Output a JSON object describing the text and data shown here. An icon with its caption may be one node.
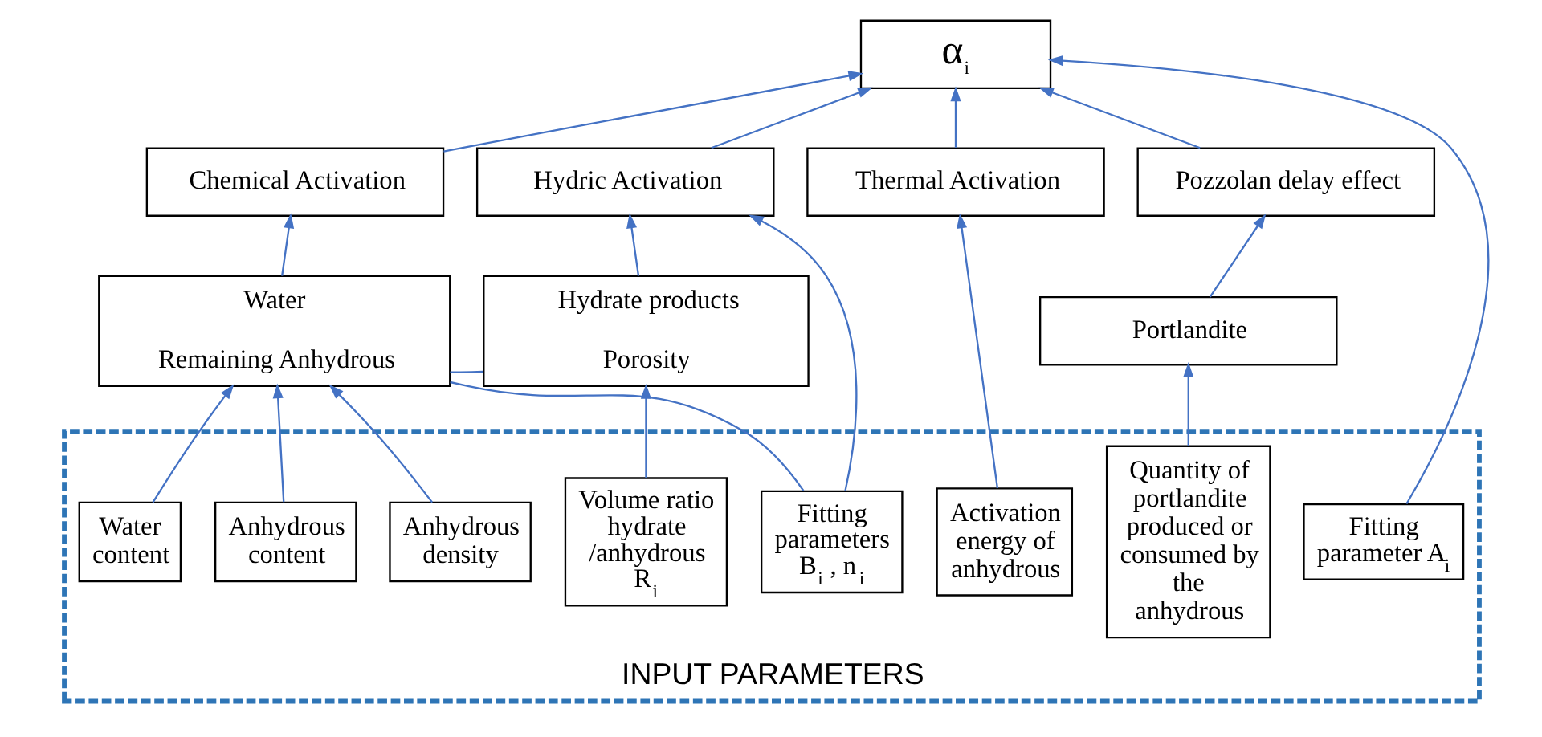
{
  "diagram": {
    "nodes": [
      {
        "text": [
          "α$_{i}$"
        ]
      },
      {
        "text": [
          "Chemical Activation"
        ]
      },
      {
        "text": [
          "Hydric Activation"
        ]
      },
      {
        "text": [
          "Thermal Activation"
        ]
      },
      {
        "text": [
          "Pozzolan delay effect"
        ]
      },
      {
        "text": [
          "Water",
          "Remaining Anhydrous"
        ]
      },
      {
        "text": [
          "Hydrate products",
          "Porosity"
        ]
      },
      {
        "text": [
          "Portlandite"
        ]
      },
      {
        "text": [
          "INPUT PARAMETERS"
        ]
      },
      {
        "text": [
          "Water content"
        ],
        "in": 8
      },
      {
        "text": [
          "Anhydrous content"
        ],
        "in": 8
      },
      {
        "text": [
          "Anhydrous density"
        ],
        "in": 8
      },
      {
        "text": [
          "Volume ratio hydrate /anhydrous R$_{i}$"
        ],
        "in": 8
      },
      {
        "text": [
          "Fitting parameters B$_{i}$ , n$_{i}$"
        ],
        "in": 8
      },
      {
        "text": [
          "Activation energy of anhydrous"
        ],
        "in": 8
      },
      {
        "text": [
          "Quantity of portlandite produced or consumed by the anhydrous"
        ],
        "in": 8
      },
      {
        "text": [
          "Fitting parameter A$_{i}$"
        ],
        "in": 8
      }
    ],
    "edges": [
      {
        "from": 1,
        "to": 0,
        "arrow": "to"
      },
      {
        "from": 2,
        "to": 0,
        "arrow": "to"
      },
      {
        "from": 3,
        "to": 0,
        "arrow": "to"
      },
      {
        "from": 4,
        "to": 0,
        "arrow": "to"
      },
      {
        "from": 16,
        "to": 0,
        "arrow": "to"
      },
      {
        "from": 5,
        "to": 1,
        "arrow": "to"
      },
      {
        "from": 6,
        "to": 2,
        "arrow": "to"
      },
      {
        "from": 13,
        "to": 2,
        "arrow": "to"
      },
      {
        "from": 13,
        "to": 5,
        "arrow": "none"
      },
      {
        "from": 5,
        "to": 6,
        "arrow": "none"
      },
      {
        "from": 14,
        "to": 3,
        "arrow": "to"
      },
      {
        "from": 7,
        "to": 4,
        "arrow": "to"
      },
      {
        "from": 9,
        "to": 5,
        "arrow": "to"
      },
      {
        "from": 10,
        "to": 5,
        "arrow": "to"
      },
      {
        "from": 11,
        "to": 5,
        "arrow": "to"
      },
      {
        "from": 12,
        "to": 6,
        "arrow": "to"
      },
      {
        "from": 15,
        "to": 7,
        "arrow": "to"
      }
    ]
  }
}
